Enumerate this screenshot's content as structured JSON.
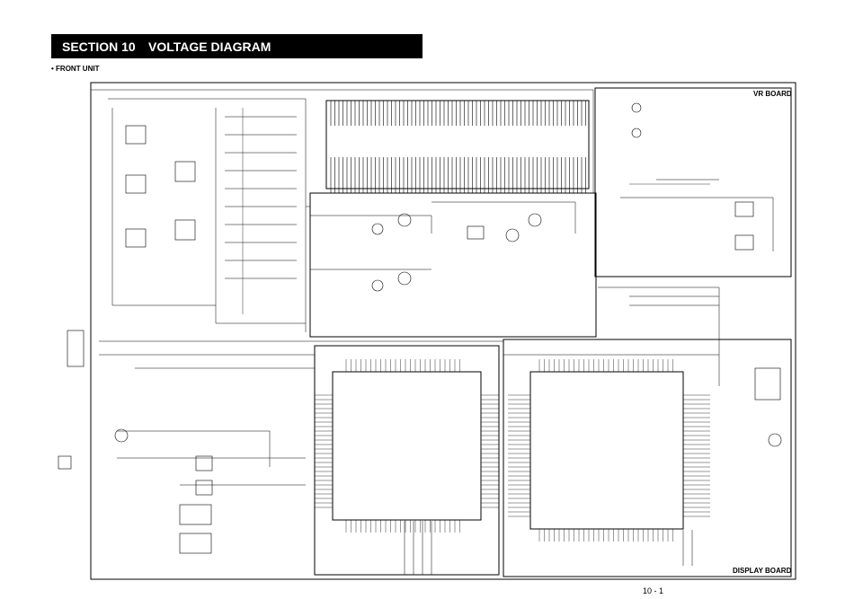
{
  "header": {
    "section": "SECTION 10",
    "title": "VOLTAGE DIAGRAM"
  },
  "unit_label": "• FRONT UNIT",
  "boards": {
    "vr": "VR BOARD",
    "display": "DISPLAY BOARD"
  },
  "page_number": "10 - 1",
  "colors": {
    "ink": "#000000",
    "annotation": "#e02020",
    "background": "#ffffff"
  }
}
